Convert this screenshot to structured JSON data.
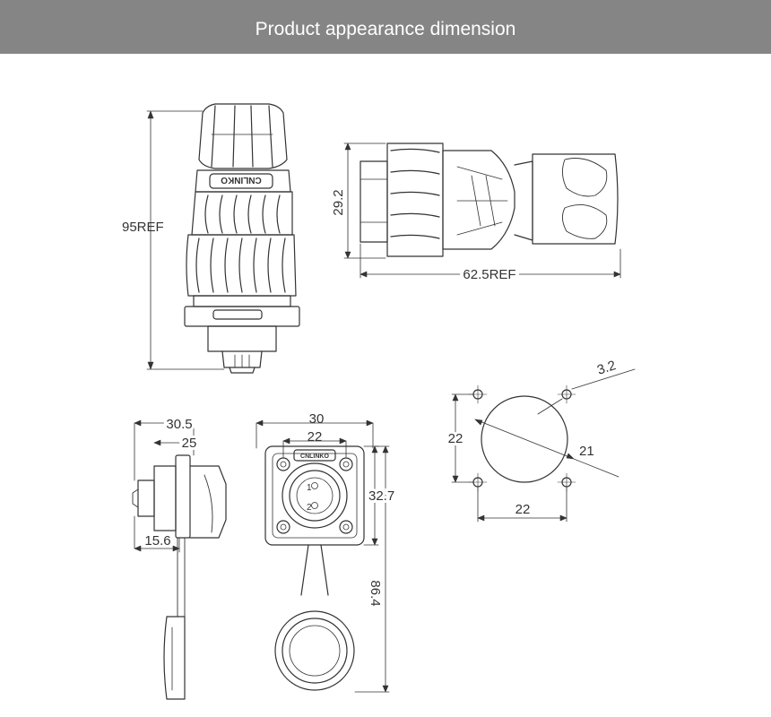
{
  "header": {
    "title": "Product appearance dimension"
  },
  "brand_marks": {
    "side_view": "CNLINKO",
    "front_view": "CNLINKO"
  },
  "dimensions": {
    "overall_height": "95REF",
    "body_diameter": "29.2",
    "overall_length": "62.5REF",
    "total_depth": "30.5",
    "flange_depth": "25",
    "rear_depth": "15.6",
    "flange_width": "30",
    "hole_pitch_top": "22",
    "flange_height": "32.7",
    "cap_length": "86.4",
    "mount_hole_dia": "3.2",
    "mount_pitch_vertical": "22",
    "cutout_dia": "21",
    "mount_pitch_horizontal": "22"
  },
  "pins": [
    "1",
    "2"
  ],
  "colors": {
    "header_bg": "#858585",
    "line": "#333333",
    "text": "#333333"
  }
}
